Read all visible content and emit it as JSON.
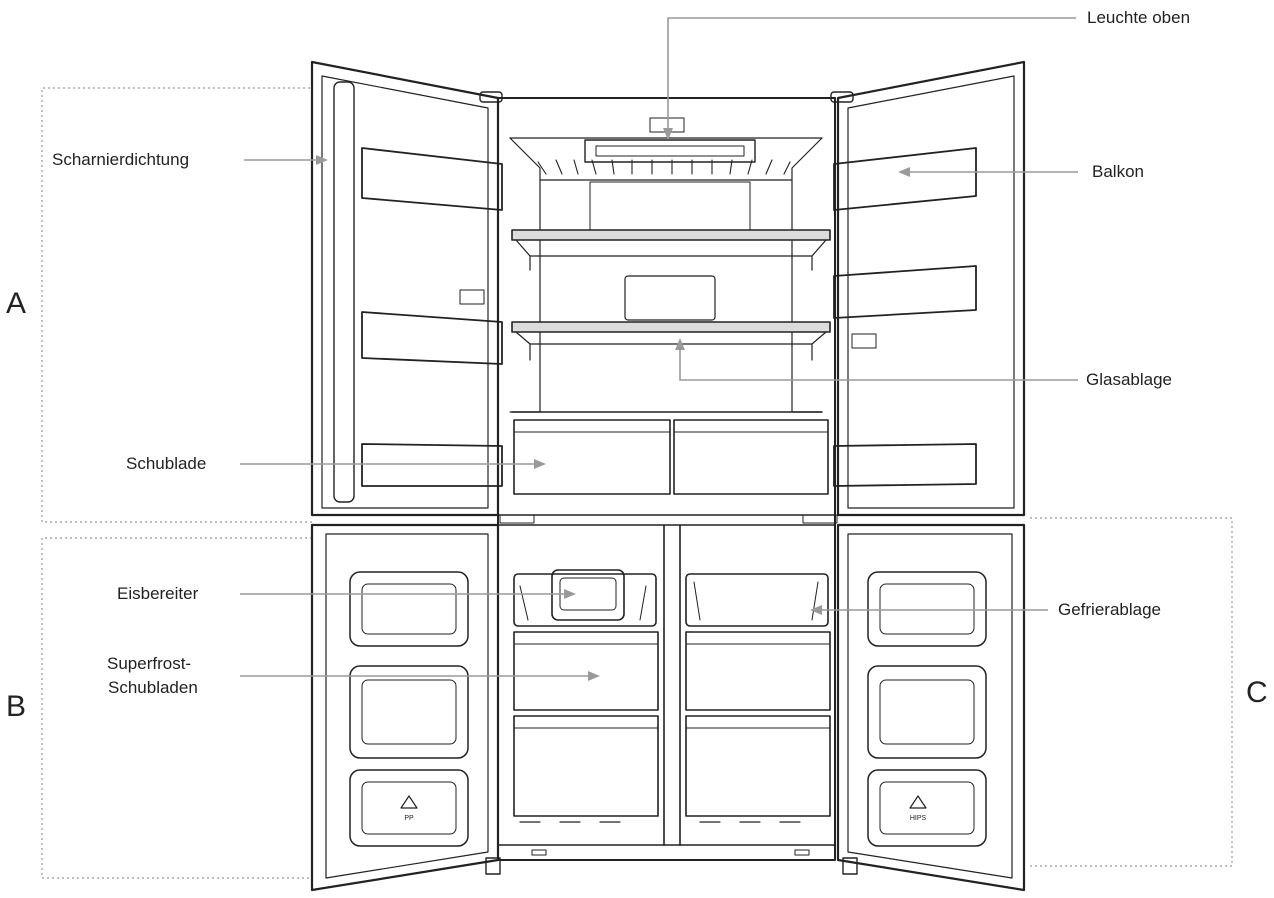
{
  "labels": {
    "leuchte_oben": "Leuchte oben",
    "scharnierdichtung": "Scharnierdichtung",
    "balkon": "Balkon",
    "glasablage": "Glasablage",
    "schublade": "Schublade",
    "eisbereiter": "Eisbereiter",
    "gefrierablage": "Gefrierablage",
    "superfrost_1": "Superfrost-",
    "superfrost_2": "Schubladen"
  },
  "sections": {
    "a": "A",
    "b": "B",
    "c": "C"
  },
  "symbols": {
    "left_door_mark": "PP",
    "right_door_mark": "HIPS"
  },
  "colors": {
    "line": "#222222",
    "arrow": "#9a9a9a",
    "dotted": "#9a9a9a",
    "panel_fill": "#f4f4f4"
  }
}
